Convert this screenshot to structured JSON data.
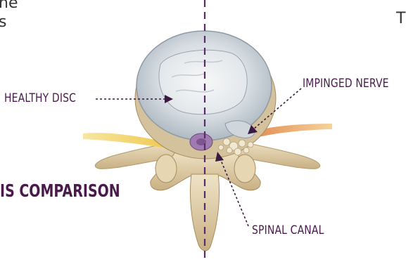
{
  "partial_text": {
    "left_line_1": "he",
    "left_line_2": "s",
    "right_line_1": "T"
  },
  "heading": "IS COMPARISON",
  "callouts": {
    "healthy_disc": "HEALTHY DISC",
    "impinged_nerve": "IMPINGED NERVE",
    "spinal_canal": "SPINAL CANAL"
  },
  "colors": {
    "label_purple": "#4a1a4d",
    "divider_purple": "#5a2a6a",
    "disc_gray": "#b9c3cc",
    "bone": "#dccaa4",
    "nerve_healthy": "#f1c94a",
    "nerve_impinged": "#e8883a"
  },
  "icons": {
    "arrow": "dotted-arrow-icon"
  }
}
